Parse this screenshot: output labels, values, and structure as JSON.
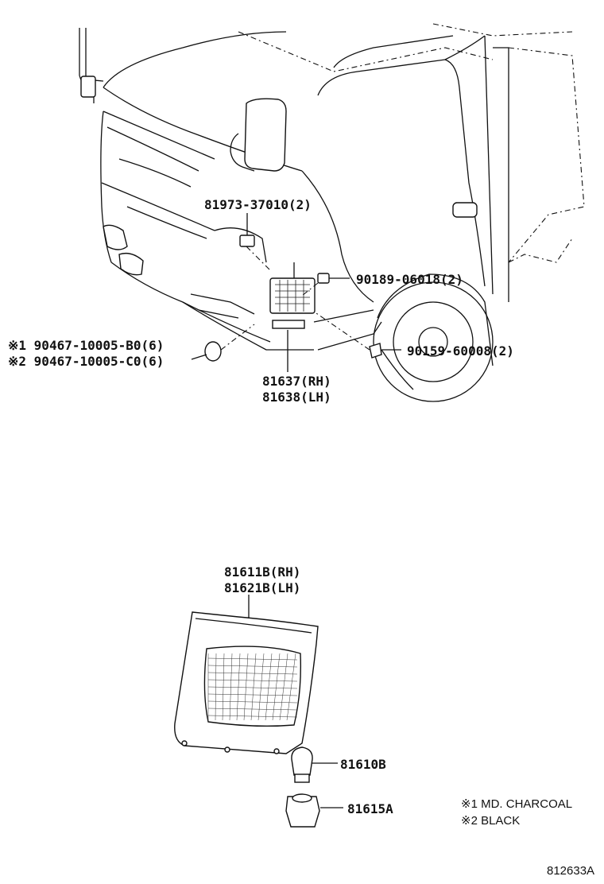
{
  "parts": {
    "clip_81973": "81973-37010(2)",
    "screw_90189": "90189-06018(2)",
    "bolt_90159": "90159-60008(2)",
    "plug_note1": "※1 90467-10005-B0(6)",
    "plug_note2": "※2 90467-10005-C0(6)",
    "lamp_assy_rh": "81637(RH)",
    "lamp_assy_lh": "81638(LH)",
    "lens_rh": "81611B(RH)",
    "lens_lh": "81621B(LH)",
    "bulb": "81610B",
    "socket": "81615A"
  },
  "legend": {
    "item1": "※1  MD. CHARCOAL",
    "item2": "※2  BLACK"
  },
  "diagram_code": "812633A"
}
